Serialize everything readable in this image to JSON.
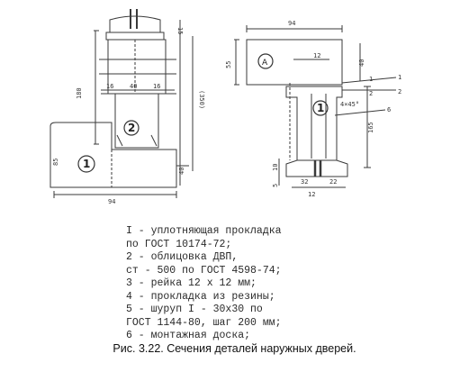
{
  "left_section": {
    "dims": {
      "top_r": "15",
      "h180": "180",
      "h350": "(350)",
      "w16a": "16",
      "w40": "40",
      "w16b": "16",
      "h85": "85",
      "h40": "40",
      "w94": "94"
    },
    "callouts": [
      "2",
      "1"
    ]
  },
  "right_section": {
    "dims": {
      "w94": "94",
      "h55": "55",
      "w12": "12",
      "h40": "40",
      "r1": "1",
      "r2": "2",
      "chamfer": "4×45°",
      "h165": "165",
      "h10": "10",
      "h5": "5",
      "w32": "32",
      "w22": "22",
      "w12b": "12"
    },
    "callouts": [
      "А",
      "1"
    ],
    "leader_labels": [
      "1",
      "2",
      "6"
    ]
  },
  "legend": [
    "I - уплотняющая прокладка",
    "по ГОСТ 10174-72;",
    "2 - облицовка ДВП,",
    "ст - 500 по ГОСТ 4598-74;",
    "3 - рейка 12 х 12 мм;",
    "4 - прокладка из резины;",
    "5 - шуруп I - 30х30 по",
    "ГОСТ 1144-80, шаг 200 мм;",
    "6 - монтажная доска;"
  ],
  "caption": "Рис. 3.22. Сечения деталей наружных дверей."
}
